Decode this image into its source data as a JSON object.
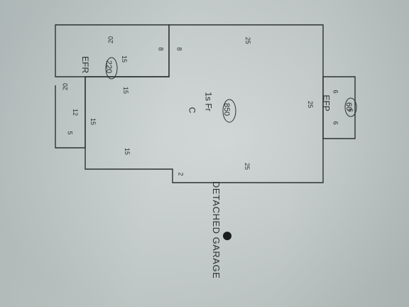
{
  "plan": {
    "main_area": "850",
    "main_label_line1": "1s Fr",
    "main_label_line2": "C",
    "wing_area": "220",
    "wing_label": "EFR",
    "porch_area": "60",
    "porch_label": "EFP",
    "garage_label": "DETACHED GARAGE",
    "dims": {
      "top_right": "25",
      "mid_right": "25",
      "bottom_right": "25",
      "notch_a": "8",
      "notch_b": "8",
      "wing_top": "20",
      "wing_mid": "20",
      "wing_15a": "15",
      "wing_12": "12",
      "wing_5": "5",
      "main_15a": "15",
      "main_15b": "15",
      "main_15c": "15",
      "bottom_2": "2",
      "porch_6a": "6",
      "porch_6b": "6",
      "porch_6c": "6"
    }
  }
}
